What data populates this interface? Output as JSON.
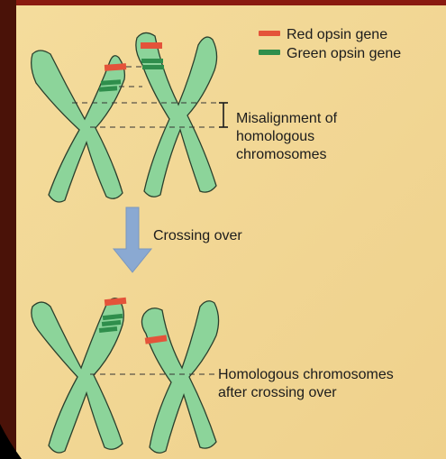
{
  "legend": {
    "red_label": "Red opsin gene",
    "green_label": "Green opsin gene"
  },
  "labels": {
    "misalignment_line1": "Misalignment of",
    "misalignment_line2": "homologous",
    "misalignment_line3": "chromosomes",
    "crossing_over": "Crossing over",
    "after_line1": "Homologous chromosomes",
    "after_line2": "after crossing over"
  },
  "colors": {
    "chromosome": "#8cd49a",
    "chromosome_outline": "#2a3f2c",
    "red_gene": "#e4533a",
    "green_gene": "#2f8e4c",
    "arrow": "#8aa9d2",
    "panel": "#f2d796",
    "frame": "#4a1208"
  }
}
